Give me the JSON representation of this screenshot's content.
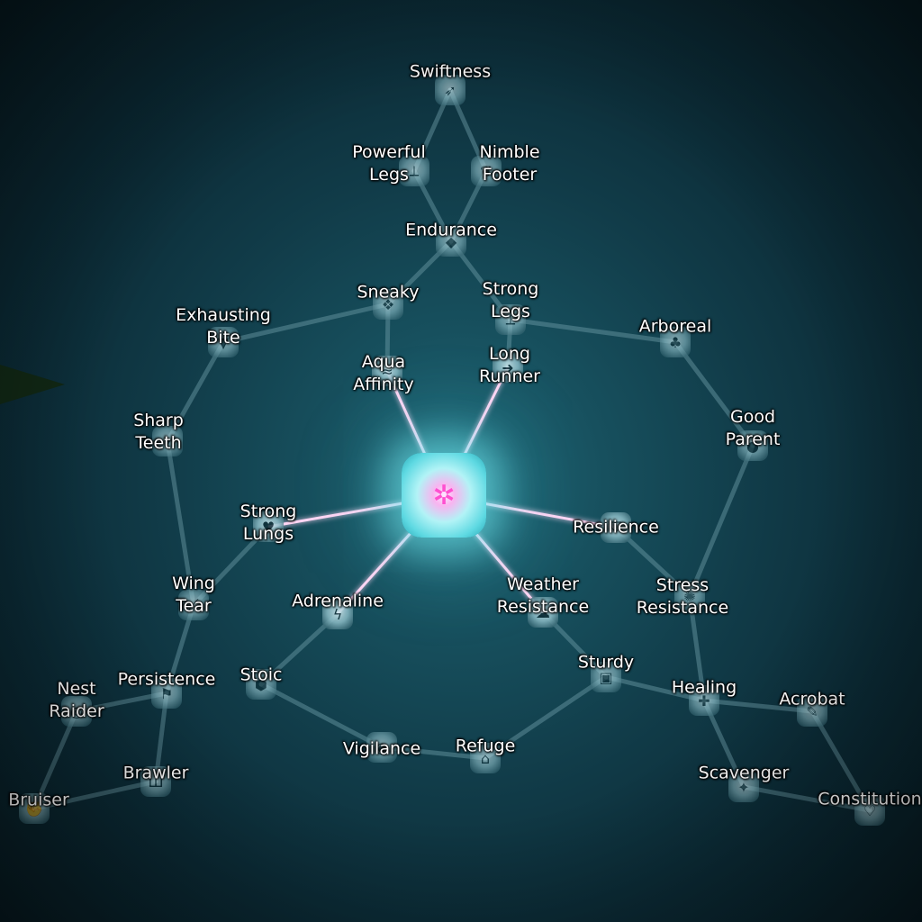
{
  "skill_tree": {
    "center": {
      "icon": "pink-paw-icon"
    },
    "nodes": [
      {
        "id": "swiftness",
        "label": "Swiftness",
        "icon": "wing-icon"
      },
      {
        "id": "powerful_legs",
        "label": "Powerful\nLegs",
        "icon": "leg-icon"
      },
      {
        "id": "nimble_footer",
        "label": "Nimble\nFooter",
        "icon": "footprint-icon"
      },
      {
        "id": "endurance",
        "label": "Endurance",
        "icon": "drop-icon"
      },
      {
        "id": "sneaky",
        "label": "Sneaky",
        "icon": "paw-icon"
      },
      {
        "id": "strong_legs",
        "label": "Strong\nLegs",
        "icon": "leg-icon"
      },
      {
        "id": "exhausting_bite",
        "label": "Exhausting\nBite",
        "icon": "fang-icon"
      },
      {
        "id": "arboreal",
        "label": "Arboreal",
        "icon": "tree-icon"
      },
      {
        "id": "aqua_affinity",
        "label": "Aqua\nAffinity",
        "icon": "wave-icon"
      },
      {
        "id": "long_runner",
        "label": "Long\nRunner",
        "icon": "runner-icon"
      },
      {
        "id": "good_parent",
        "label": "Good\nParent",
        "icon": "egg-icon"
      },
      {
        "id": "sharp_teeth",
        "label": "Sharp\nTeeth",
        "icon": "teeth-icon"
      },
      {
        "id": "strong_lungs",
        "label": "Strong\nLungs",
        "icon": "lungs-icon"
      },
      {
        "id": "resilience",
        "label": "Resilience",
        "icon": "shield-icon"
      },
      {
        "id": "wing_tear",
        "label": "Wing\nTear",
        "icon": "claw-icon"
      },
      {
        "id": "adrenaline",
        "label": "Adrenaline",
        "icon": "bolt-icon"
      },
      {
        "id": "weather_resistance",
        "label": "Weather\nResistance",
        "icon": "cloud-icon"
      },
      {
        "id": "stress_resistance",
        "label": "Stress\nResistance",
        "icon": "brain-icon"
      },
      {
        "id": "sturdy",
        "label": "Sturdy",
        "icon": "armor-icon"
      },
      {
        "id": "stoic",
        "label": "Stoic",
        "icon": "stone-icon"
      },
      {
        "id": "persistence",
        "label": "Persistence",
        "icon": "flag-icon"
      },
      {
        "id": "nest_raider",
        "label": "Nest\nRaider",
        "icon": "nest-icon"
      },
      {
        "id": "healing",
        "label": "Healing",
        "icon": "cross-icon"
      },
      {
        "id": "acrobat",
        "label": "Acrobat",
        "icon": "feather-icon"
      },
      {
        "id": "vigilance",
        "label": "Vigilance",
        "icon": "eye-icon"
      },
      {
        "id": "refuge",
        "label": "Refuge",
        "icon": "cave-icon"
      },
      {
        "id": "brawler",
        "label": "Brawler",
        "icon": "jaw-icon"
      },
      {
        "id": "scavenger",
        "label": "Scavenger",
        "icon": "bone-icon"
      },
      {
        "id": "bruiser",
        "label": "Bruiser",
        "icon": "fist-icon"
      },
      {
        "id": "constitution",
        "label": "Constitution",
        "icon": "heart-icon"
      }
    ],
    "edges": [
      [
        "swiftness",
        "powerful_legs"
      ],
      [
        "swiftness",
        "nimble_footer"
      ],
      [
        "powerful_legs",
        "endurance"
      ],
      [
        "nimble_footer",
        "endurance"
      ],
      [
        "endurance",
        "sneaky"
      ],
      [
        "endurance",
        "strong_legs"
      ],
      [
        "sneaky",
        "exhausting_bite"
      ],
      [
        "sneaky",
        "aqua_affinity"
      ],
      [
        "strong_legs",
        "long_runner"
      ],
      [
        "strong_legs",
        "arboreal"
      ],
      [
        "exhausting_bite",
        "sharp_teeth"
      ],
      [
        "sharp_teeth",
        "wing_tear"
      ],
      [
        "strong_lungs",
        "wing_tear"
      ],
      [
        "wing_tear",
        "persistence"
      ],
      [
        "persistence",
        "nest_raider"
      ],
      [
        "persistence",
        "brawler"
      ],
      [
        "nest_raider",
        "bruiser"
      ],
      [
        "brawler",
        "bruiser"
      ],
      [
        "adrenaline",
        "stoic"
      ],
      [
        "stoic",
        "vigilance"
      ],
      [
        "vigilance",
        "refuge"
      ],
      [
        "refuge",
        "sturdy"
      ],
      [
        "weather_resistance",
        "sturdy"
      ],
      [
        "sturdy",
        "healing"
      ],
      [
        "resilience",
        "stress_resistance"
      ],
      [
        "stress_resistance",
        "healing"
      ],
      [
        "arboreal",
        "good_parent"
      ],
      [
        "good_parent",
        "stress_resistance"
      ],
      [
        "healing",
        "acrobat"
      ],
      [
        "healing",
        "scavenger"
      ],
      [
        "scavenger",
        "constitution"
      ],
      [
        "acrobat",
        "constitution"
      ]
    ],
    "active_links": [
      "aqua_affinity",
      "long_runner",
      "strong_lungs",
      "adrenaline",
      "weather_resistance",
      "resilience"
    ],
    "colors": {
      "edge": "#6f9ea8",
      "active_edge": "#ffd6f4",
      "label": "#ffffff",
      "core_accent": "#ff4fd0"
    }
  }
}
